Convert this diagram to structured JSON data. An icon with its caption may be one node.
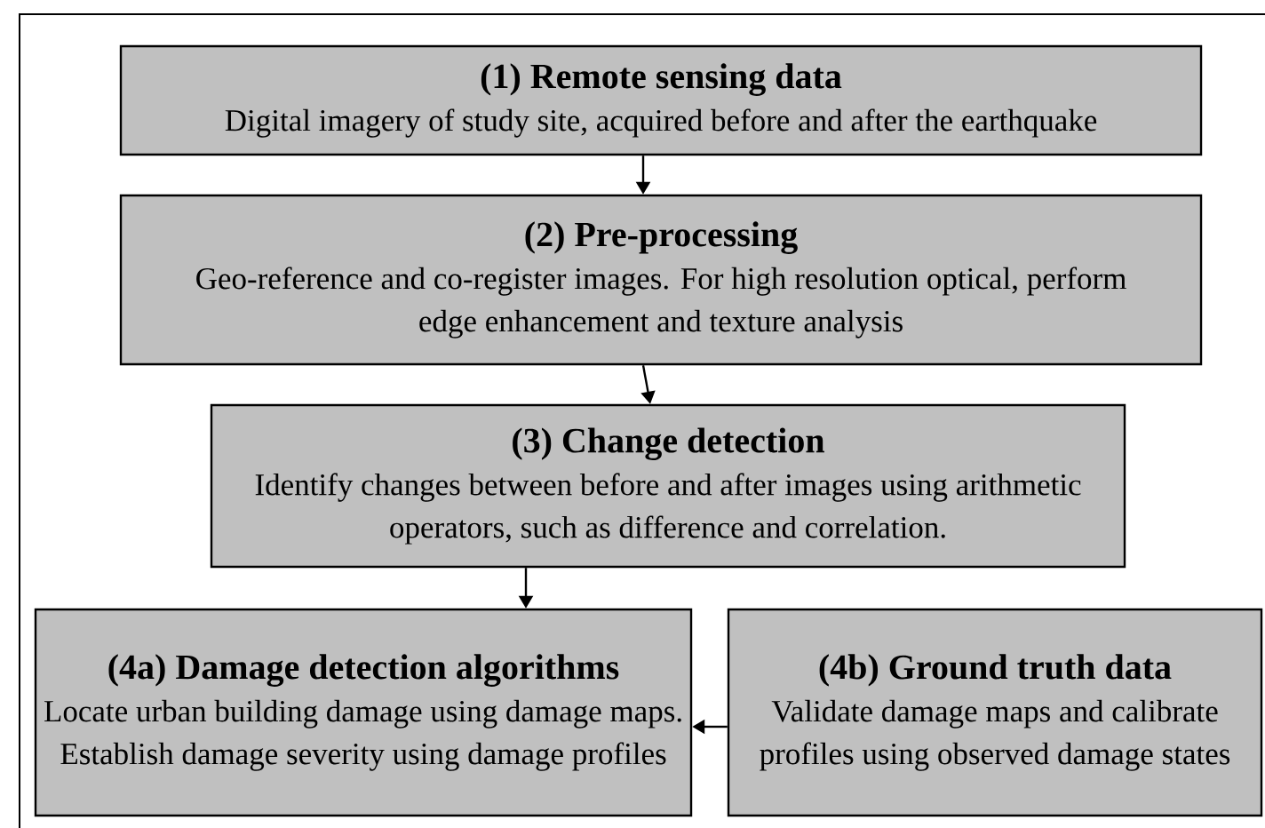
{
  "diagram": {
    "nodes": [
      {
        "text": [
          "(1) Remote sensing data",
          "Digital imagery of study site, acquired before and after the earthquake"
        ]
      },
      {
        "text": [
          "(2) Pre-processing",
          "Geo-reference and co-register images. For high resolution optical, perform edge enhancement and texture analysis"
        ]
      },
      {
        "text": [
          "(3) Change detection",
          "Identify changes between before and after images using arithmetic operators, such as difference and correlation."
        ]
      },
      {
        "text": [
          "(4a) Damage detection algorithms",
          "Locate urban building damage using damage maps. Establish damage severity using damage profiles"
        ]
      },
      {
        "text": [
          "(4b) Ground truth data",
          "Validate damage maps and calibrate profiles using observed damage states"
        ]
      }
    ],
    "edges": [
      {
        "from": 0,
        "to": 1,
        "arrow": "to"
      },
      {
        "from": 1,
        "to": 2,
        "arrow": "to"
      },
      {
        "from": 2,
        "to": 3,
        "arrow": "to"
      },
      {
        "from": 4,
        "to": 3,
        "arrow": "to"
      }
    ]
  }
}
